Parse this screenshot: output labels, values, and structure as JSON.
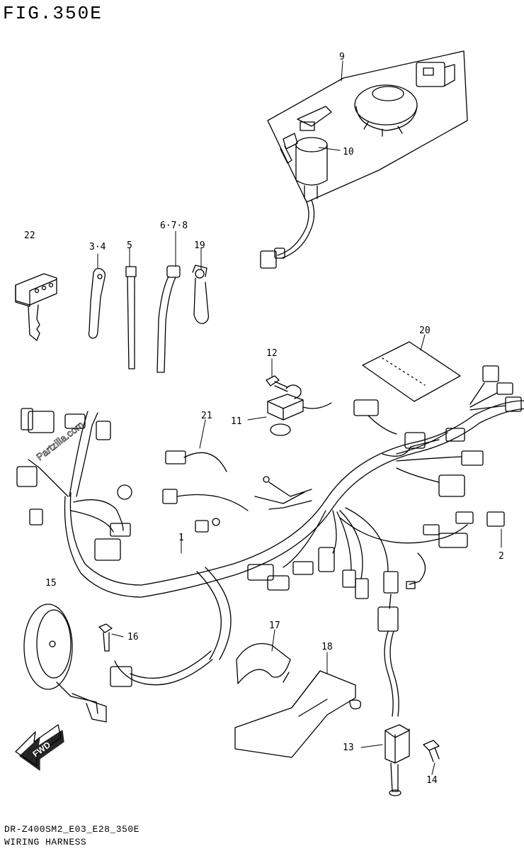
{
  "figure": {
    "title": "FIG.350E",
    "model_code": "DR-Z400SM2_E03_E28_350E",
    "caption": "WIRING HARNESS"
  },
  "watermark": "Partzilla.com",
  "direction_badge": "FWD",
  "parts": [
    {
      "id": "p1",
      "label": "1"
    },
    {
      "id": "p2",
      "label": "2"
    },
    {
      "id": "p3-4",
      "label": "3·4"
    },
    {
      "id": "p5",
      "label": "5"
    },
    {
      "id": "p6-7-8",
      "label": "6·7·8"
    },
    {
      "id": "p9",
      "label": "9"
    },
    {
      "id": "p10",
      "label": "10"
    },
    {
      "id": "p11",
      "label": "11"
    },
    {
      "id": "p12",
      "label": "12"
    },
    {
      "id": "p13",
      "label": "13"
    },
    {
      "id": "p14",
      "label": "14"
    },
    {
      "id": "p15",
      "label": "15"
    },
    {
      "id": "p16",
      "label": "16"
    },
    {
      "id": "p17",
      "label": "17"
    },
    {
      "id": "p18",
      "label": "18"
    },
    {
      "id": "p19",
      "label": "19"
    },
    {
      "id": "p20",
      "label": "20"
    },
    {
      "id": "p21",
      "label": "21"
    },
    {
      "id": "p22",
      "label": "22"
    }
  ]
}
